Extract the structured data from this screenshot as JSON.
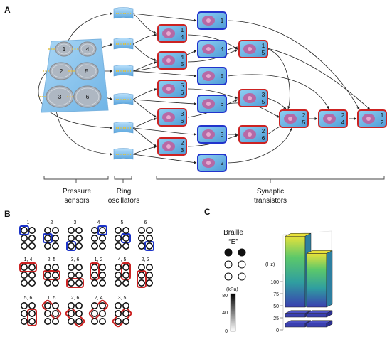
{
  "panel_a": {
    "label": "A",
    "sensor_numbers": [
      "1",
      "4",
      "2",
      "5",
      "3",
      "6"
    ],
    "blue_transistor_numbers": [
      "1",
      "4",
      "5",
      "6",
      "3",
      "2"
    ],
    "red_transistor_labels": [
      [
        "1",
        "4"
      ],
      [
        "4",
        "5"
      ],
      [
        "1",
        "5"
      ],
      [
        "5",
        "6"
      ],
      [
        "3",
        "5"
      ],
      [
        "3",
        "6"
      ],
      [
        "2",
        "3"
      ],
      [
        "2",
        "6"
      ],
      [
        "2",
        "5"
      ],
      [
        "2",
        "4"
      ],
      [
        "1",
        "2"
      ]
    ],
    "group_labels": {
      "sensors": [
        "Pressure",
        "sensors"
      ],
      "oscillators": [
        "Ring",
        "oscillators"
      ],
      "transistors": [
        "Synaptic",
        "transistors"
      ]
    },
    "colors": {
      "blue_frame": "#2233cc",
      "red_frame": "#cc2222",
      "sheet": "#8fc6ee",
      "arrow": "#222222"
    }
  },
  "panel_b": {
    "label": "B",
    "row1": [
      "1",
      "2",
      "3",
      "4",
      "5",
      "6"
    ],
    "row2": [
      "1, 4",
      "2, 5",
      "3, 6",
      "1, 2",
      "4, 5",
      "2, 3"
    ],
    "row3": [
      "5, 6",
      "1, 5",
      "2, 6",
      "2, 4",
      "3, 5"
    ]
  },
  "panel_c": {
    "label": "C",
    "braille_title": "Braille",
    "braille_letter": "“E”",
    "braille_dots_filled": [
      true,
      false,
      false,
      true,
      false,
      false
    ],
    "colorbar_unit": "(kPa)",
    "colorbar_ticks": [
      "80",
      "40",
      "0"
    ],
    "z_axis_unit": "(Hz)",
    "z_axis_ticks": [
      "100",
      "75",
      "50",
      "25",
      "0"
    ],
    "bar_levels": [
      0.95,
      0.72,
      0.05,
      0.05,
      0.05,
      0.05
    ],
    "bar_gradient": [
      "#3a3fb0",
      "#2f9ea0",
      "#5cc86a",
      "#e8e23a"
    ]
  }
}
